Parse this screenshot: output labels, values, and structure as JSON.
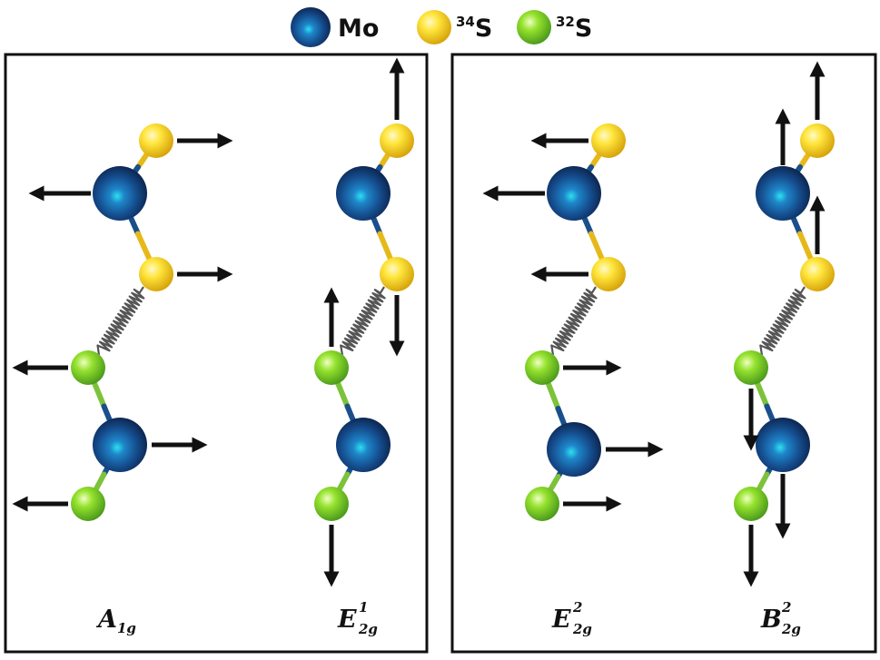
{
  "legend": {
    "mo": {
      "label": "Mo"
    },
    "s34": {
      "mass": "34",
      "symbol": "S"
    },
    "s32": {
      "mass": "32",
      "symbol": "S"
    }
  },
  "modes": {
    "a1g": {
      "base": "A",
      "sub": "1g"
    },
    "e12g": {
      "base": "E",
      "sup": "1",
      "sub": "2g"
    },
    "e22g": {
      "base": "E",
      "sup": "2",
      "sub": "2g"
    },
    "b22g": {
      "base": "B",
      "sup": "2",
      "sub": "2g"
    }
  },
  "colors": {
    "mo": "#1a4f8c",
    "s34": "#f1cf1e",
    "s32": "#7cd124",
    "frame": "#111111",
    "arrow": "#111111"
  }
}
